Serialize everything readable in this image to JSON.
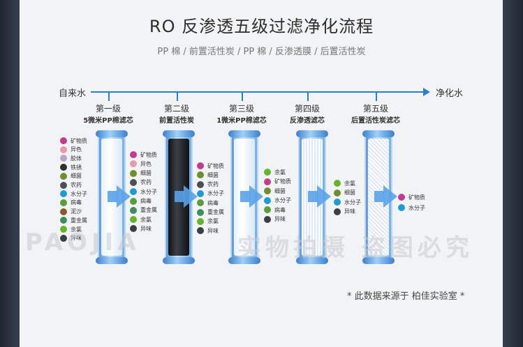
{
  "header": {
    "title": "RO 反渗透五级过滤净化流程",
    "subtitle": "PP 棉 / 前置活性炭 / PP 棉 / 反渗透膜 / 后置活性炭"
  },
  "flow": {
    "start": "自来水",
    "end": "净化水"
  },
  "stages": [
    {
      "name": "第一级",
      "desc": "5微米PP棉滤芯",
      "items": [
        "矿物质",
        "异色",
        "胶体",
        "铁锈",
        "细菌",
        "农药",
        "水分子",
        "病毒",
        "泥沙",
        "重金属",
        "余氯",
        "异味"
      ]
    },
    {
      "name": "第二级",
      "desc": "前置活性炭",
      "items": [
        "矿物质",
        "异色",
        "细菌",
        "农药",
        "水分子",
        "病毒",
        "重金属",
        "余氯",
        "异味"
      ]
    },
    {
      "name": "第三级",
      "desc": "1微米PP棉滤芯",
      "items": [
        "矿物质",
        "细菌",
        "农药",
        "水分子",
        "病毒",
        "重金属",
        "余氯",
        "异味"
      ]
    },
    {
      "name": "第四级",
      "desc": "反渗透滤芯",
      "items": [
        "余氯",
        "矿物质",
        "细菌",
        "水分子",
        "病毒",
        "异味"
      ]
    },
    {
      "name": "第五级",
      "desc": "后置活性炭滤芯",
      "items": [
        "余氯",
        "细菌",
        "水分子",
        "异味"
      ]
    }
  ],
  "output_items": [
    "矿物质",
    "水分子"
  ],
  "note": "* 此数据来源于 柏佳实验室 *",
  "watermark": "实物拍摄 盗图必究",
  "colors": {
    "accent": "#2a7fd4",
    "arrow": "#5aa2e8"
  },
  "icons": {
    "矿物质": {
      "name": "mineral-icon",
      "color": "#c23b8f"
    },
    "异色": {
      "name": "color-icon",
      "color": "#e79aa8"
    },
    "胶体": {
      "name": "colloid-icon",
      "color": "#b9a5c9"
    },
    "铁锈": {
      "name": "rust-icon",
      "color": "#2f2f2f"
    },
    "细菌": {
      "name": "bacteria-icon",
      "color": "#6e8f2e"
    },
    "农药": {
      "name": "pesticide-icon",
      "color": "#4a4f57"
    },
    "水分子": {
      "name": "water-molecule-icon",
      "color": "#1c9bd6"
    },
    "病毒": {
      "name": "virus-icon",
      "color": "#5c9e3a"
    },
    "泥沙": {
      "name": "sediment-icon",
      "color": "#8a5a2b"
    },
    "重金属": {
      "name": "heavy-metal-icon",
      "color": "#3f8f5c"
    },
    "余氯": {
      "name": "chlorine-icon",
      "color": "#67b42b"
    },
    "异味": {
      "name": "odor-icon",
      "color": "#3a3f45"
    }
  }
}
